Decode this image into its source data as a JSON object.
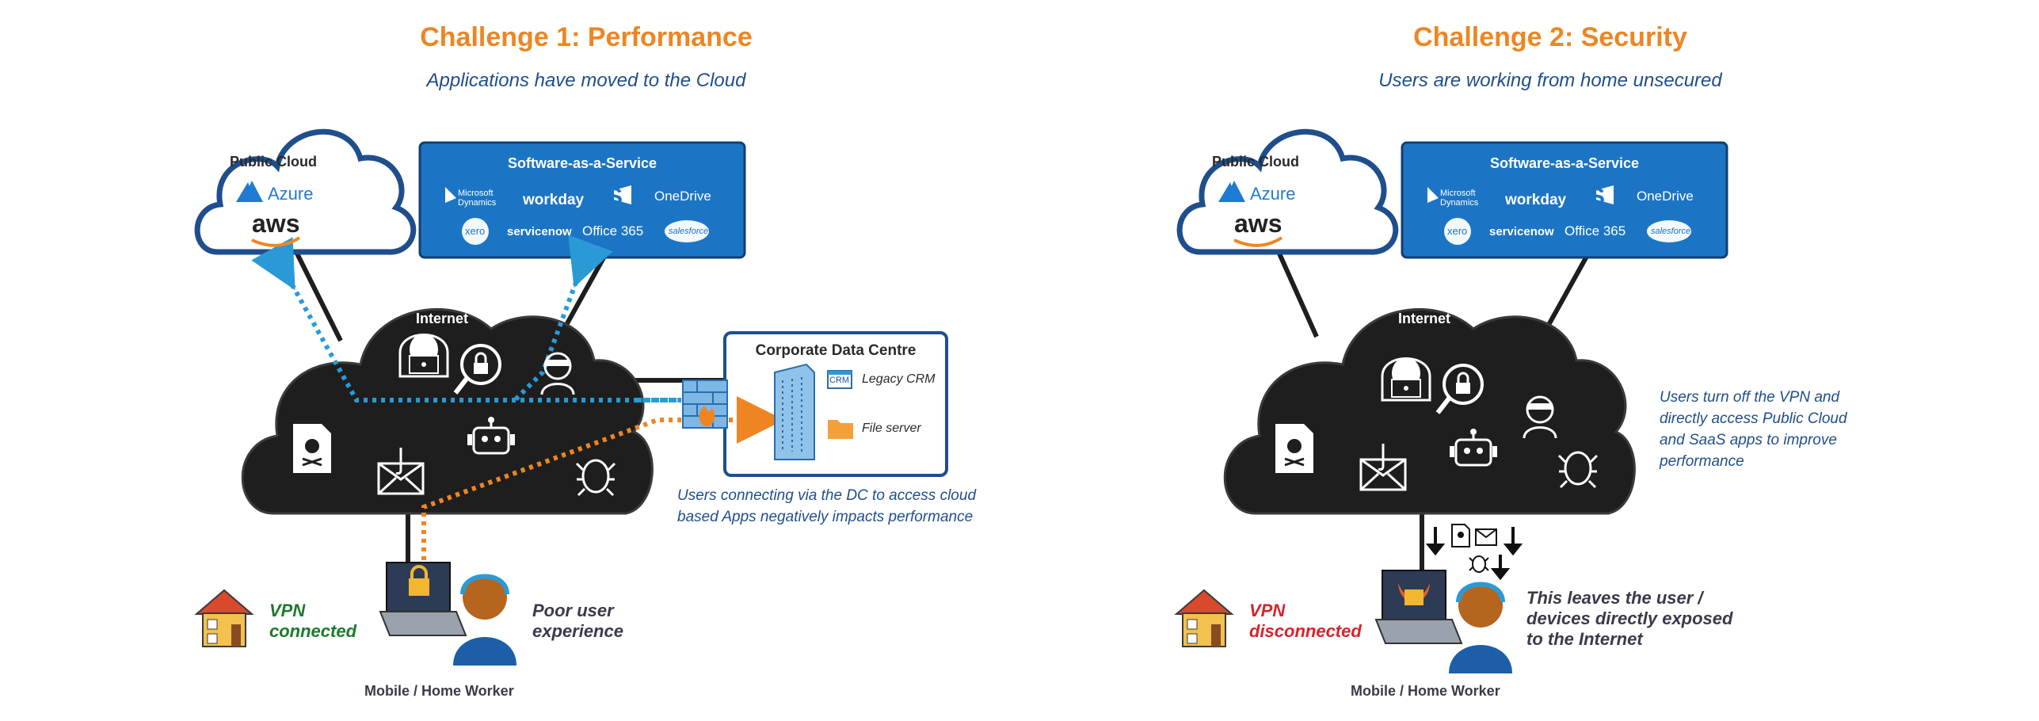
{
  "challenge1": {
    "title": "Challenge 1: Performance",
    "subtitle": "Applications have moved to the Cloud",
    "public_cloud": "Public Cloud",
    "azure": "Azure",
    "aws": "aws",
    "saas_title": "Software-as-a-Service",
    "saas_apps": [
      "Microsoft Dynamics",
      "workday",
      "S",
      "OneDrive",
      "xero",
      "servicenow",
      "Office 365",
      "salesforce"
    ],
    "internet": "Internet",
    "dc_title": "Corporate Data Centre",
    "dc_crm": "Legacy CRM",
    "dc_crm_icon": "CRM",
    "dc_file": "File server",
    "note": [
      "Users connecting via the DC to access cloud",
      "based Apps negatively impacts performance"
    ],
    "vpn": [
      "VPN",
      "connected"
    ],
    "experience": [
      "Poor user",
      "experience"
    ],
    "worker": "Mobile / Home Worker"
  },
  "challenge2": {
    "title": "Challenge 2: Security",
    "subtitle": "Users are working from home unsecured",
    "public_cloud": "Public Cloud",
    "azure": "Azure",
    "aws": "aws",
    "saas_title": "Software-as-a-Service",
    "saas_apps": [
      "Microsoft Dynamics",
      "workday",
      "S",
      "OneDrive",
      "xero",
      "servicenow",
      "Office 365",
      "salesforce"
    ],
    "internet": "Internet",
    "note": [
      "Users turn off the VPN and",
      "directly access Public Cloud",
      "and SaaS apps to improve",
      "performance"
    ],
    "vpn": [
      "VPN",
      "disconnected"
    ],
    "exposed": [
      "This leaves the user /",
      "devices directly exposed",
      "to the Internet"
    ],
    "worker": "Mobile / Home Worker"
  },
  "colors": {
    "orange": "#ee8522",
    "navy": "#1f4e8c",
    "saas_blue": "#1c75c4",
    "cloud_dark": "#1e1e1e",
    "dotted_blue": "#2a9ad6",
    "vpn_green": "#1c7a2b",
    "vpn_red": "#d8232a"
  },
  "icons": [
    "house-icon",
    "laptop-lock-icon",
    "user-headset-icon",
    "hacker-icon",
    "magnifier-lock-icon",
    "spy-icon",
    "skull-doc-icon",
    "phishing-mail-icon",
    "robot-icon",
    "bug-icon",
    "firewall-icon",
    "server-building-icon",
    "folder-icon",
    "crm-icon",
    "down-arrow-icon"
  ]
}
